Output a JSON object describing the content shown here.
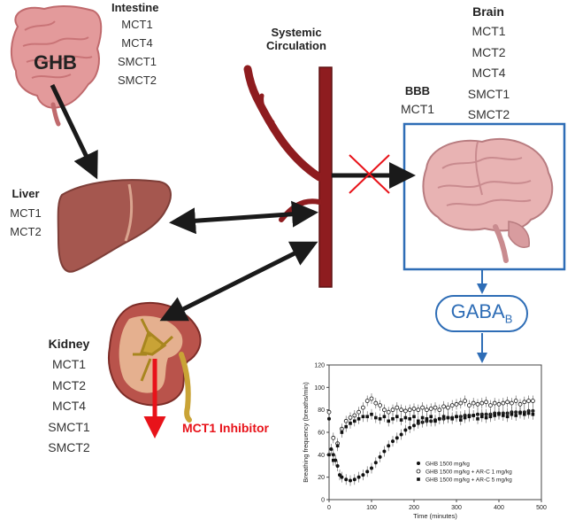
{
  "intestine": {
    "title": "Intestine",
    "transporters": [
      "MCT1",
      "MCT4",
      "SMCT1",
      "SMCT2"
    ],
    "drug": "GHB"
  },
  "circulation": {
    "title_line1": "Systemic",
    "title_line2": "Circulation"
  },
  "brain": {
    "title": "Brain",
    "transporters": [
      "MCT1",
      "MCT2",
      "MCT4",
      "SMCT1",
      "SMCT2"
    ]
  },
  "bbb": {
    "title": "BBB",
    "transporter": "MCT1"
  },
  "liver": {
    "title": "Liver",
    "transporters": [
      "MCT1",
      "MCT2"
    ]
  },
  "kidney": {
    "title": "Kidney",
    "transporters": [
      "MCT1",
      "MCT2",
      "MCT4",
      "SMCT1",
      "SMCT2"
    ]
  },
  "inhibitor": {
    "label": "MCT1 Inhibitor",
    "color": "#e8131a"
  },
  "receptor": {
    "label_main": "GABA",
    "label_sub": "B",
    "color": "#2e6db6"
  },
  "chart_data": {
    "type": "scatter",
    "xlabel": "Time (minutes)",
    "ylabel": "Breathing frequency (breaths/min)",
    "xlim": [
      0,
      500
    ],
    "ylim": [
      0,
      120
    ],
    "x_ticks": [
      0,
      100,
      200,
      300,
      400,
      500
    ],
    "y_ticks": [
      0,
      20,
      40,
      60,
      80,
      100,
      120
    ],
    "legend_position": "bottom-right",
    "series": [
      {
        "name": "GHB 1500 mg/kg",
        "marker": "filled-circle",
        "x": [
          0,
          5,
          10,
          15,
          20,
          25,
          30,
          40,
          50,
          60,
          70,
          80,
          90,
          100,
          110,
          120,
          130,
          140,
          150,
          160,
          170,
          180,
          190,
          200,
          210,
          220,
          230,
          240,
          250,
          260,
          270,
          280,
          290,
          300,
          310,
          320,
          330,
          340,
          350,
          360,
          370,
          380,
          390,
          400,
          410,
          420,
          430,
          440,
          450,
          460,
          470,
          480
        ],
        "y": [
          72,
          45,
          40,
          35,
          30,
          22,
          20,
          18,
          17,
          18,
          20,
          22,
          25,
          28,
          33,
          38,
          43,
          48,
          52,
          55,
          58,
          62,
          64,
          66,
          68,
          69,
          70,
          70,
          71,
          72,
          72,
          73,
          73,
          74,
          74,
          75,
          75,
          75,
          76,
          76,
          76,
          76,
          77,
          77,
          77,
          77,
          78,
          78,
          78,
          78,
          79,
          79
        ]
      },
      {
        "name": "GHB 1500 mg/kg + AR-C 1 mg/kg",
        "marker": "open-circle",
        "x": [
          0,
          10,
          20,
          30,
          40,
          50,
          60,
          70,
          80,
          90,
          100,
          110,
          120,
          130,
          140,
          150,
          160,
          170,
          180,
          190,
          200,
          210,
          220,
          230,
          240,
          250,
          260,
          270,
          280,
          290,
          300,
          310,
          320,
          330,
          340,
          350,
          360,
          370,
          380,
          390,
          400,
          410,
          420,
          430,
          440,
          450,
          460,
          470,
          480
        ],
        "y": [
          78,
          55,
          50,
          63,
          70,
          73,
          75,
          78,
          82,
          88,
          90,
          86,
          84,
          80,
          78,
          80,
          82,
          80,
          79,
          80,
          81,
          80,
          82,
          80,
          81,
          82,
          80,
          83,
          82,
          84,
          85,
          86,
          88,
          84,
          86,
          85,
          86,
          87,
          84,
          86,
          85,
          86,
          87,
          86,
          88,
          85,
          87,
          88,
          88
        ]
      },
      {
        "name": "GHB 1500 mg/kg + AR-C 5 mg/kg",
        "marker": "filled-square",
        "x": [
          0,
          10,
          20,
          30,
          40,
          50,
          60,
          70,
          80,
          90,
          100,
          110,
          120,
          130,
          140,
          150,
          160,
          170,
          180,
          190,
          200,
          210,
          220,
          230,
          240,
          250,
          260,
          270,
          280,
          290,
          300,
          310,
          320,
          330,
          340,
          350,
          360,
          370,
          380,
          390,
          400,
          410,
          420,
          430,
          440,
          450,
          460,
          470,
          480
        ],
        "y": [
          40,
          35,
          48,
          60,
          65,
          68,
          70,
          72,
          74,
          74,
          76,
          73,
          72,
          74,
          70,
          72,
          74,
          71,
          73,
          72,
          74,
          70,
          73,
          72,
          74,
          70,
          72,
          74,
          73,
          72,
          74,
          71,
          73,
          74,
          75,
          72,
          74,
          73,
          74,
          75,
          76,
          75,
          74,
          76,
          75,
          77,
          76,
          77,
          76
        ]
      }
    ]
  }
}
